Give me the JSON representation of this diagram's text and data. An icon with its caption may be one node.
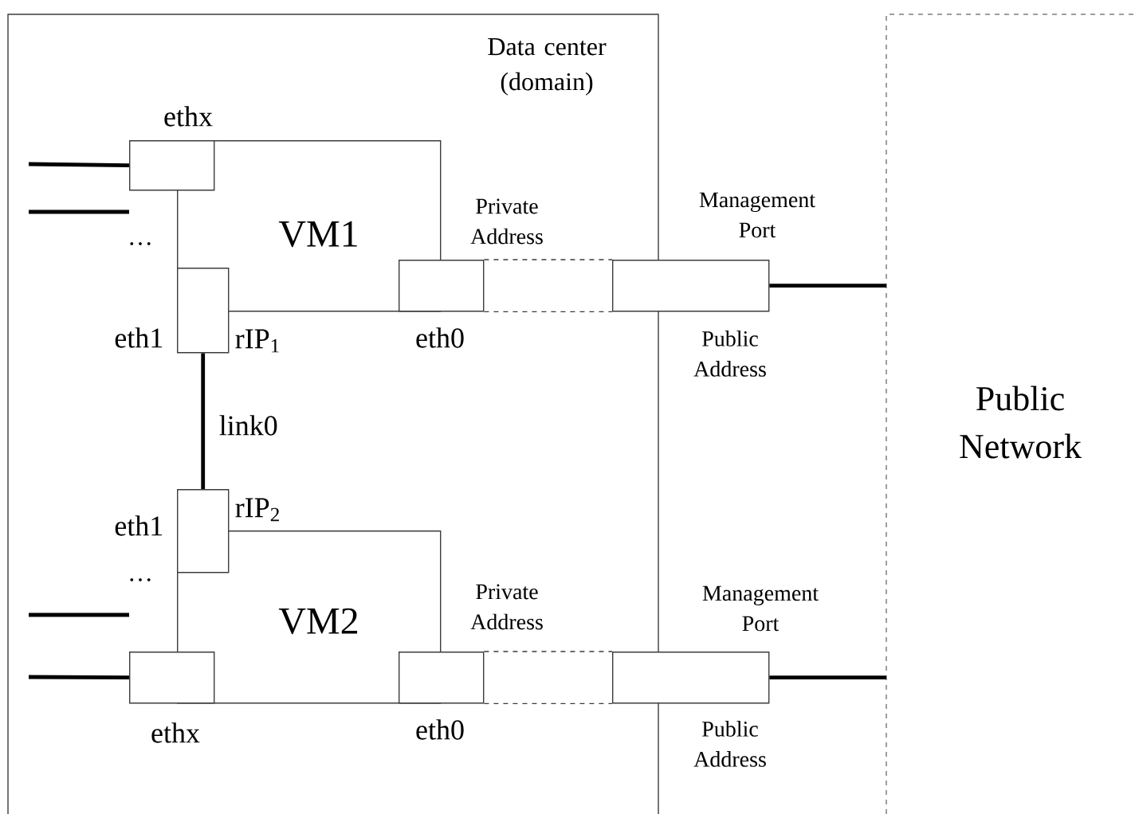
{
  "diagram": {
    "nodes": [
      {
        "text": [
          "Data center (domain)"
        ]
      },
      {
        "text": [
          "Public Network"
        ]
      },
      {
        "text": [
          "VM1"
        ],
        "in": 0
      },
      {
        "text": [
          "ethx"
        ],
        "in": 0
      },
      {
        "text": [
          "eth1"
        ],
        "beside": [
          "rIP$_{1}$"
        ],
        "in": 0
      },
      {
        "text": [
          "eth0"
        ],
        "beside": [
          "Private Address"
        ],
        "in": 0
      },
      {
        "text": [
          "Management Port"
        ],
        "beside": [
          "Public Address"
        ]
      },
      {
        "text": [
          "VM2"
        ],
        "in": 0
      },
      {
        "text": [
          "eth1"
        ],
        "beside": [
          "rIP$_{2}$"
        ],
        "in": 0
      },
      {
        "text": [
          "ethx"
        ],
        "in": 0
      },
      {
        "text": [
          "eth0"
        ],
        "beside": [
          "Private Address"
        ],
        "in": 0
      },
      {
        "text": [
          "Management Port"
        ],
        "beside": [
          "Public Address"
        ]
      }
    ],
    "edges": [
      {
        "from": null,
        "to": 3,
        "arrow": "none"
      },
      {
        "from": 4,
        "to": 8,
        "arrow": "none",
        "label": "link0"
      },
      {
        "from": 5,
        "to": 6,
        "arrow": "none",
        "style": "dashed"
      },
      {
        "from": 6,
        "to": 1,
        "arrow": "none"
      },
      {
        "from": null,
        "to": 9,
        "arrow": "none"
      },
      {
        "from": 10,
        "to": 11,
        "arrow": "none",
        "style": "dashed"
      },
      {
        "from": 11,
        "to": 1,
        "arrow": "none"
      }
    ],
    "labels": [
      "…",
      "…"
    ]
  }
}
